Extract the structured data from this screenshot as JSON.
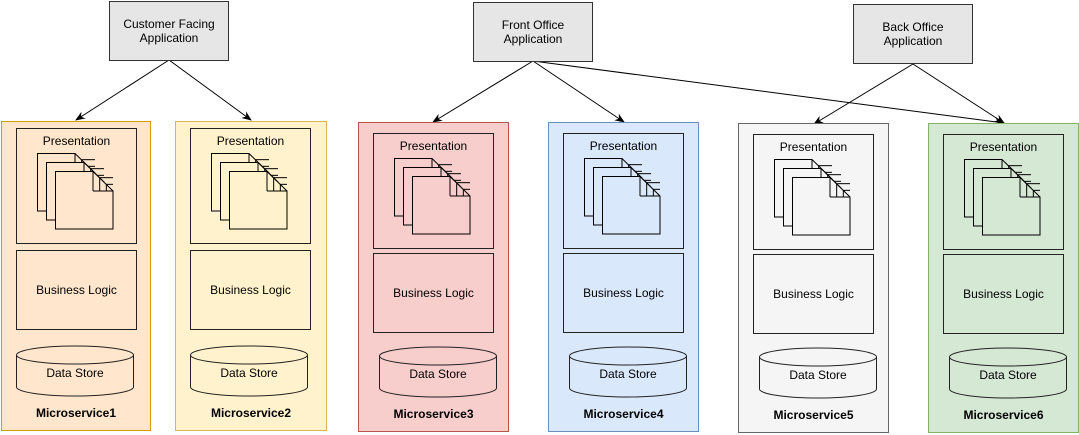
{
  "applications": [
    {
      "id": "customer",
      "label": "Customer Facing\nApplication"
    },
    {
      "id": "front",
      "label": "Front Office\nApplication"
    },
    {
      "id": "back",
      "label": "Back Office\nApplication"
    }
  ],
  "layers": {
    "presentation": "Presentation",
    "business_logic": "Business Logic",
    "data_store": "Data Store"
  },
  "microservices": [
    {
      "name": "Microservice1",
      "fill": "#ffe6cc",
      "stroke": "#d79b00"
    },
    {
      "name": "Microservice2",
      "fill": "#fff2cc",
      "stroke": "#d6b656"
    },
    {
      "name": "Microservice3",
      "fill": "#f8cecc",
      "stroke": "#b85450"
    },
    {
      "name": "Microservice4",
      "fill": "#dae8fc",
      "stroke": "#6c8ebf"
    },
    {
      "name": "Microservice5",
      "fill": "#f5f5f5",
      "stroke": "#666666"
    },
    {
      "name": "Microservice6",
      "fill": "#d5e8d4",
      "stroke": "#82b366"
    }
  ],
  "connections": [
    {
      "from": "Customer Facing Application",
      "to": "Microservice1"
    },
    {
      "from": "Customer Facing Application",
      "to": "Microservice2"
    },
    {
      "from": "Front Office Application",
      "to": "Microservice3"
    },
    {
      "from": "Front Office Application",
      "to": "Microservice4"
    },
    {
      "from": "Front Office Application",
      "to": "Microservice6"
    },
    {
      "from": "Back Office Application",
      "to": "Microservice5"
    },
    {
      "from": "Back Office Application",
      "to": "Microservice6"
    }
  ]
}
